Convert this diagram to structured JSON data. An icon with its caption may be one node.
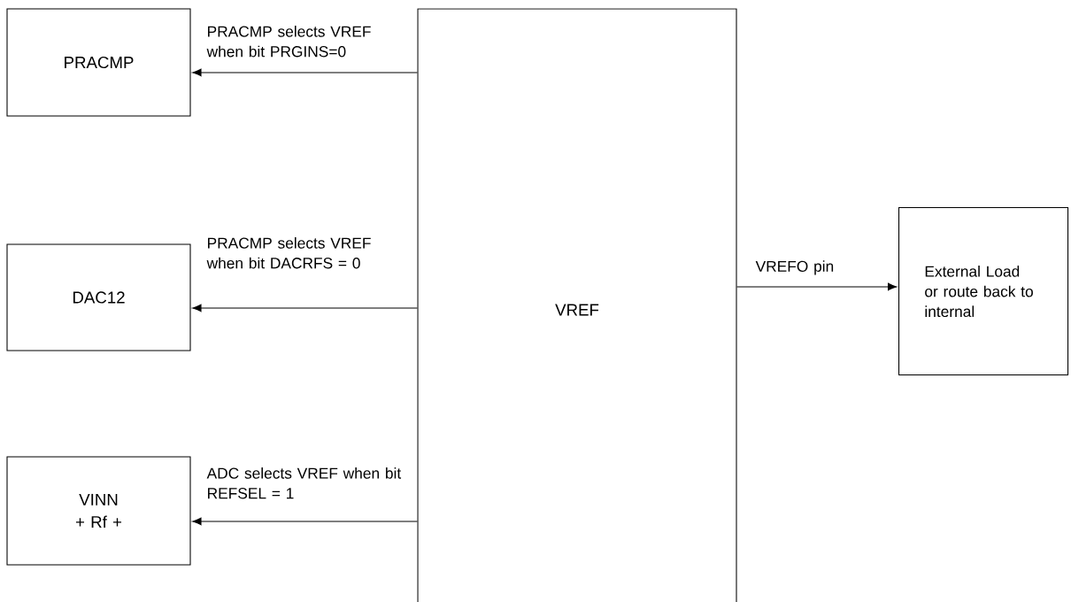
{
  "diagram": {
    "nodes": [
      {
        "text": [
          "PRACMP"
        ]
      },
      {
        "text": [
          "DAC12"
        ]
      },
      {
        "text": [
          "VINN + Rf +"
        ]
      },
      {
        "text": [
          "VREF"
        ]
      },
      {
        "text": [
          "External Load or route back to internal"
        ]
      }
    ],
    "edges": [
      {
        "from": 3,
        "to": 0,
        "arrow": "to",
        "label": "PRACMP selects VREF when bit PRGINS=0"
      },
      {
        "from": 3,
        "to": 1,
        "arrow": "to",
        "label": "PRACMP selects VREF when bit DACRFS = 0"
      },
      {
        "from": 3,
        "to": 2,
        "arrow": "to",
        "label": "ADC selects VREF when bit REFSEL = 1"
      },
      {
        "from": 3,
        "to": 4,
        "arrow": "to",
        "label": "VREFO pin"
      }
    ]
  }
}
